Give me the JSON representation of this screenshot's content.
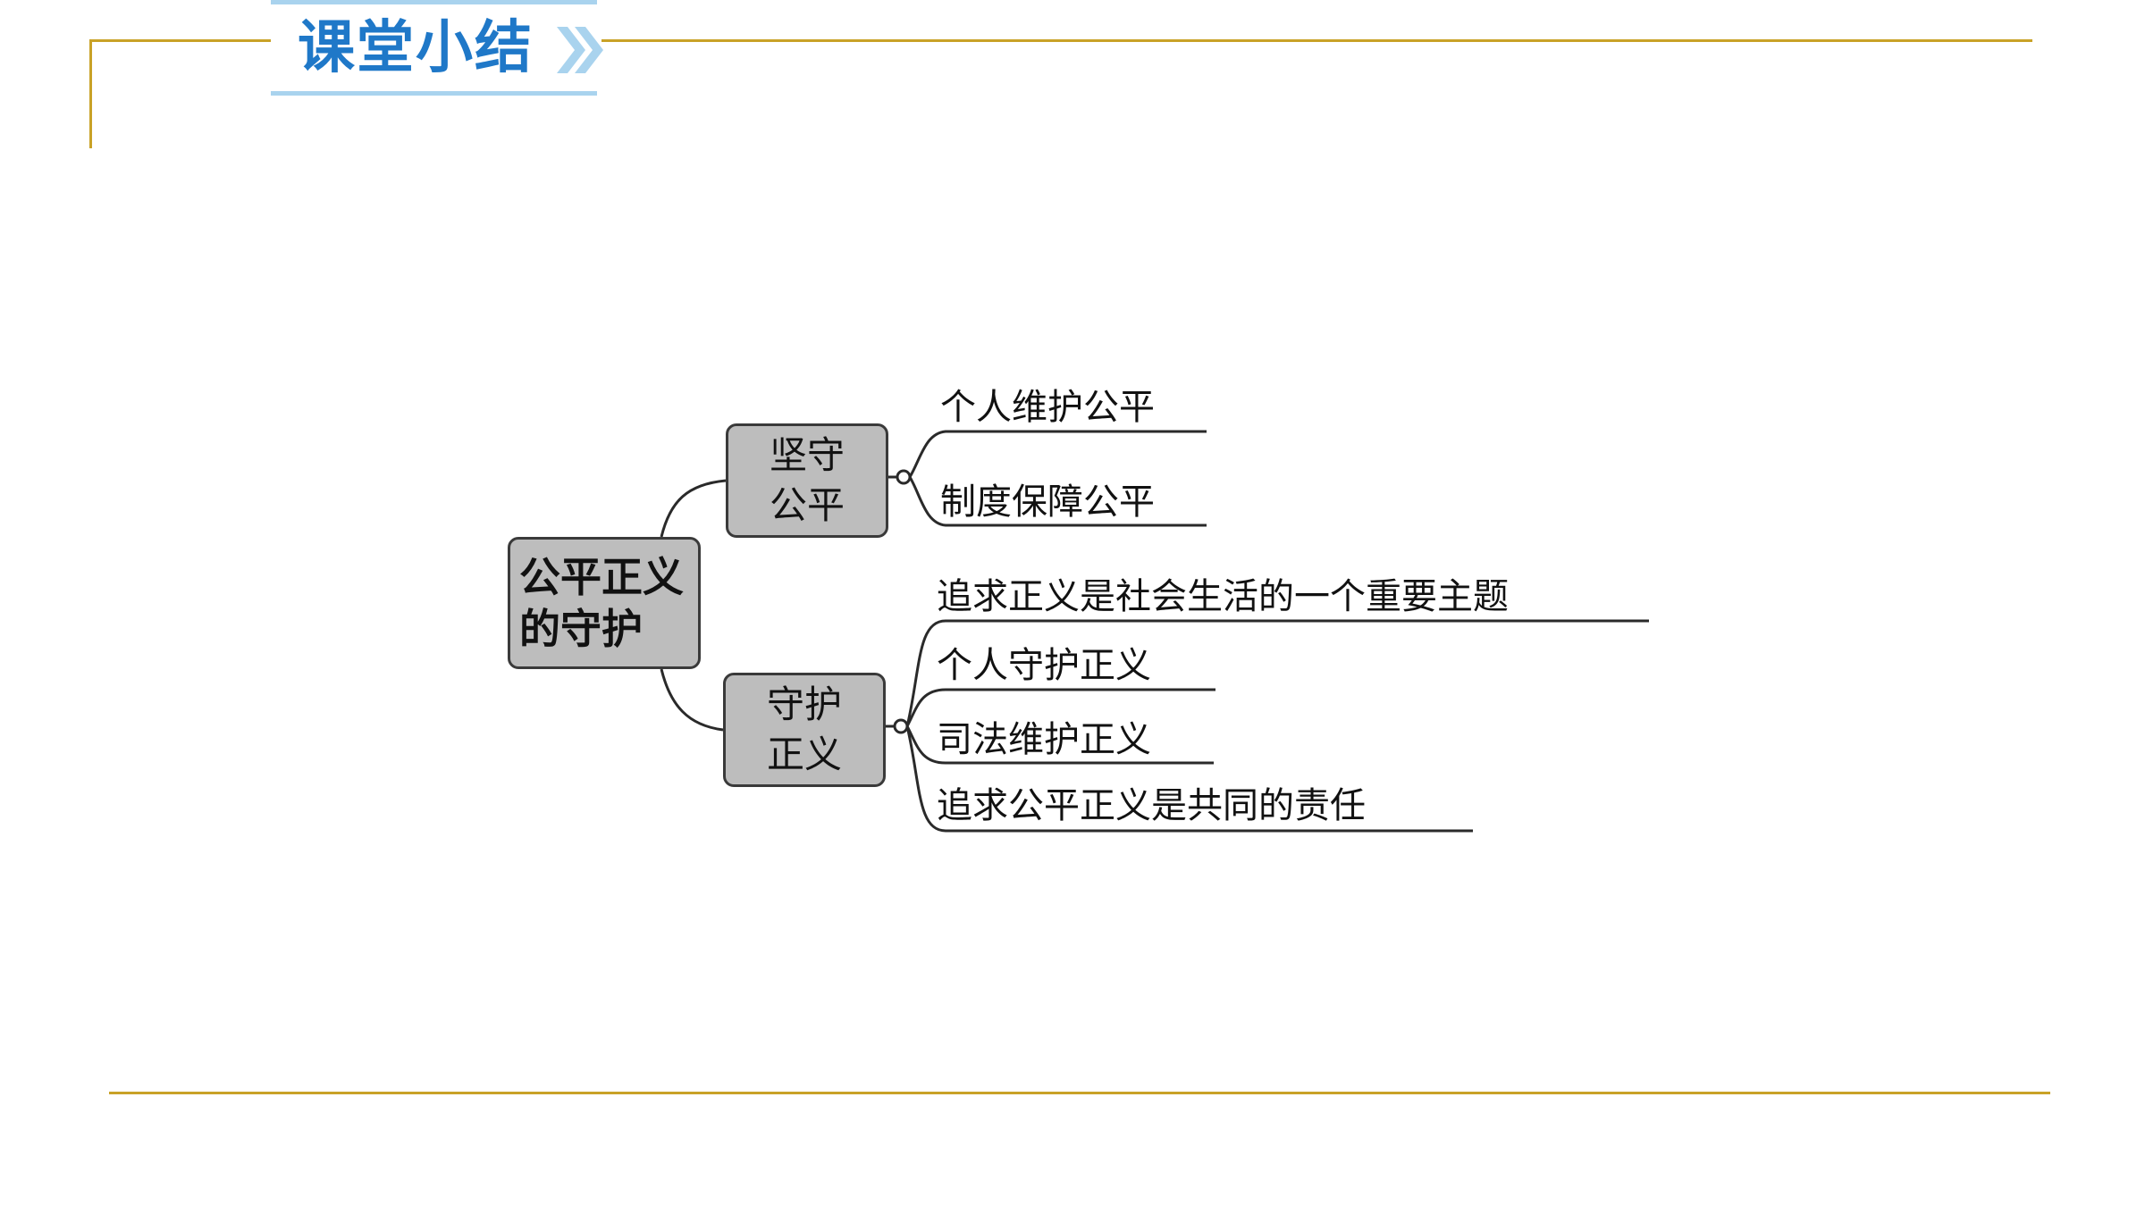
{
  "header": {
    "title": "课堂小结"
  },
  "diagram": {
    "root": {
      "line1": "公平正义",
      "line2": "的守护"
    },
    "branches": [
      {
        "line1": "坚守",
        "line2": "公平",
        "items": [
          "个人维护公平",
          "制度保障公平"
        ]
      },
      {
        "line1": "守护",
        "line2": "正义",
        "items": [
          "追求正义是社会生活的一个重要主题",
          "个人守护正义",
          "司法维护正义",
          "追求公平正义是共同的责任"
        ]
      }
    ]
  },
  "colors": {
    "accent_gold": "#c9a227",
    "title_blue": "#1f78c8",
    "title_bar_light_blue": "#a9d3ee",
    "box_fill": "#bdbdbd",
    "line": "#2a2a2a"
  }
}
